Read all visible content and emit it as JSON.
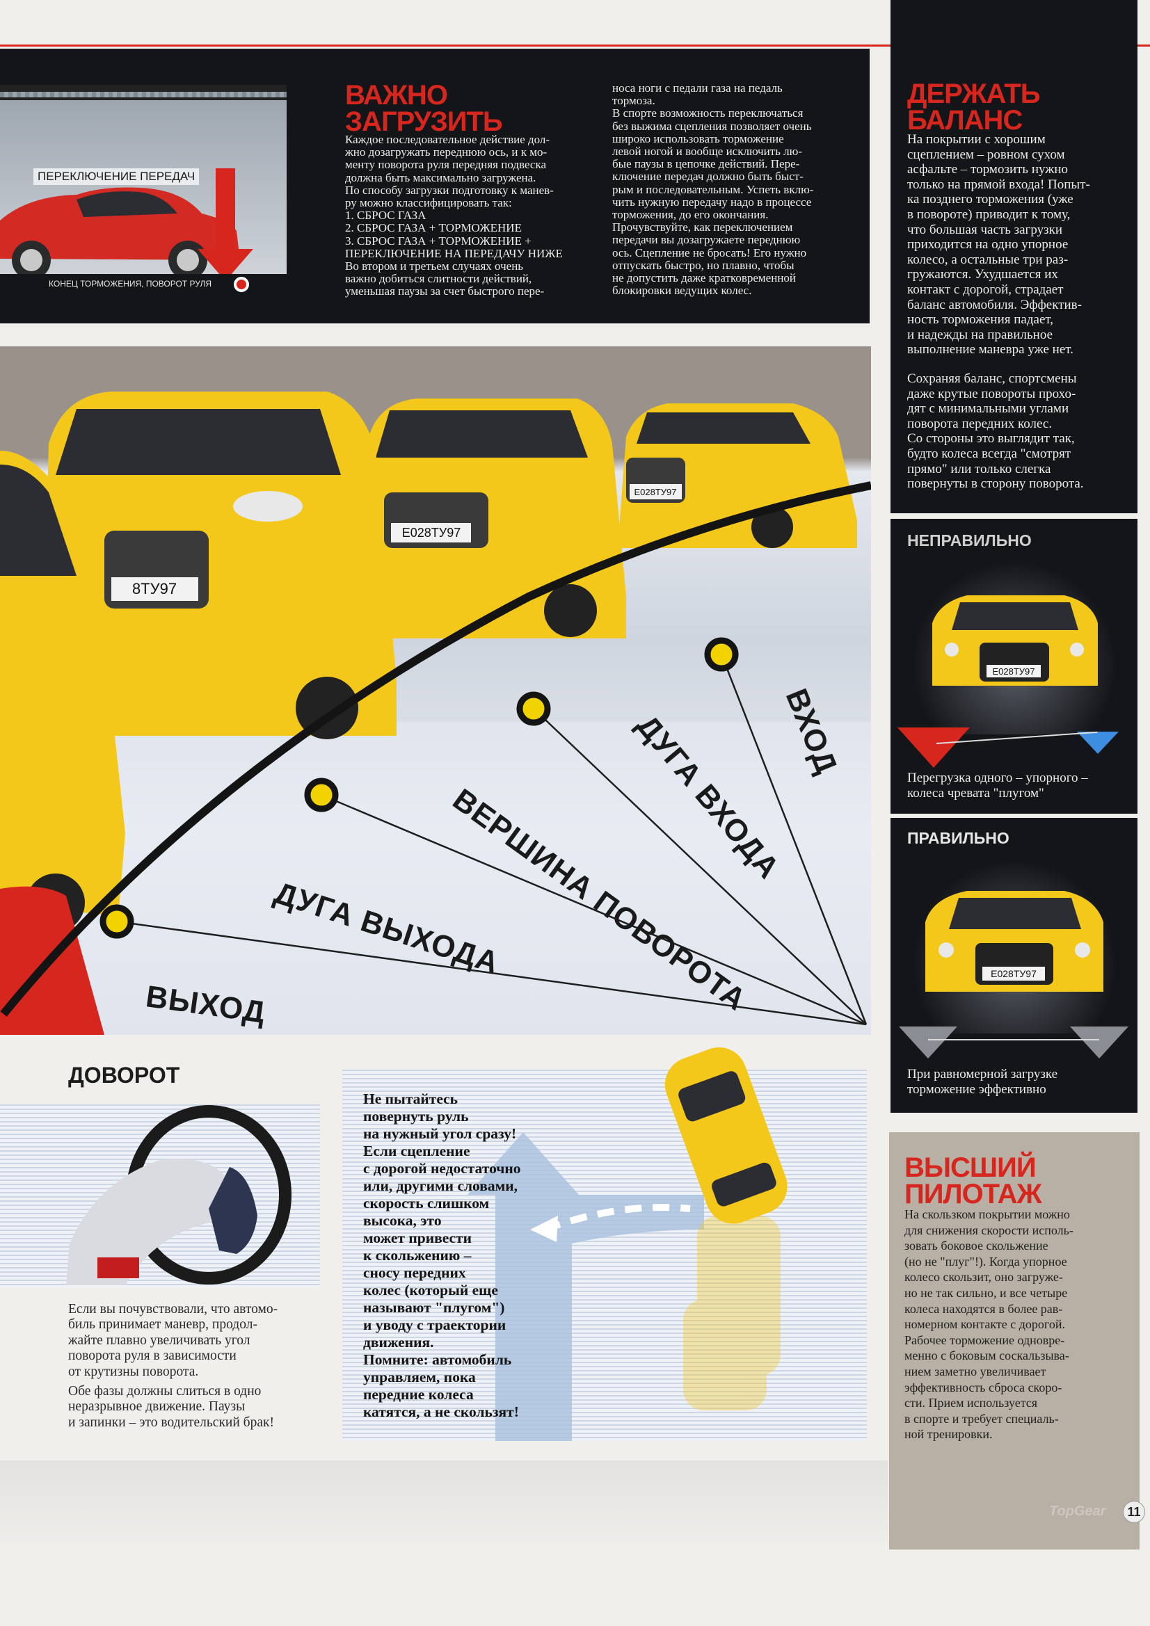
{
  "colors": {
    "accent_red": "#d7261e",
    "dark_panel": "#141518",
    "car_yellow": "#f4c71b"
  },
  "top_section": {
    "inset": {
      "label_top": "ПЕРЕКЛЮЧЕНИЕ ПЕРЕДАЧ",
      "label_bottom": "КОНЕЦ ТОРМОЖЕНИЯ, ПОВОРОТ РУЛЯ"
    },
    "title": "ВАЖНО\nЗАГРУЗИТЬ",
    "col1": "Каждое последовательное действие дол-\nжно дозагружать переднюю ось, и к мо-\nменту поворота руля передняя подвеска\nдолжна быть максимально загружена.\nПо способу загрузки подготовку к манев-\nру можно классифицировать так:\n1. СБРОС ГАЗА\n2. СБРОС ГАЗА + ТОРМОЖЕНИЕ\n3. СБРОС ГАЗА + ТОРМОЖЕНИЕ +\nПЕРЕКЛЮЧЕНИЕ НА ПЕРЕДАЧУ НИЖЕ\nВо втором и третьем случаях очень\nважно добиться слитности действий,\nуменьшая паузы за счет быстрого пере-",
    "col2": "носа ноги с педали газа на педаль\nтормоза.\nВ спорте возможность переключаться\nбез выжима сцепления позволяет очень\nшироко использовать торможение\nлевой ногой и вообще исключить лю-\nбые паузы в цепочке действий.  Пере-\nключение передач должно быть быст-\nрым и последовательным. Успеть вклю-\nчить нужную передачу надо в процессе\nторможения, до его окончания.\nПрочувствуйте, как переключением\nпередачи вы дозагружаете переднюю\nось. Сцепление не бросать! Его нужно\nотпускать быстро, но плавно, чтобы\nне допустить даже кратковременной\nблокировки ведущих колес."
  },
  "sidebar": {
    "balance": {
      "title": "ДЕРЖАТЬ\nБАЛАНС",
      "p1": "На покрытии с хорошим\nсцеплением – ровном сухом\nасфальте – тормозить нужно\nтолько на прямой входа! Попыт-\nка позднего торможения (уже\nв повороте) приводит к тому,\nчто большая часть загрузки\nприходится на одно упорное\nколесо, а остальные три раз-\nгружаются. Ухудшается их\nконтакт с дорогой, страдает\nбаланс автомобиля. Эффектив-\nность торможения падает,\nи надежды на правильное\nвыполнение маневра уже нет.",
      "p2": "Сохраняя баланс, спортсмены\nдаже крутые повороты прохо-\nдят с минимальными углами\nповорота передних колес.\nСо стороны  это выглядит так,\nбудто колеса всегда \"смотрят\nпрямо\" или только слегка\nповернуты в сторону поворота."
    },
    "wrong": {
      "title": "НЕПРАВИЛЬНО",
      "caption": "Перегрузка одного – упорного –\nколеса чревата \"плугом\"",
      "plate": "Е028ТУ97"
    },
    "right": {
      "title": "ПРАВИЛЬНО",
      "caption": "При равномерной загрузке\nторможение эффективно",
      "plate": "Е028ТУ97"
    },
    "pilot": {
      "title": "ВЫСШИЙ\nПИЛОТАЖ",
      "text": "На скользком  покрытии можно\nдля снижения скорости исполь-\nзовать боковое скольжение\n(но не \"плуг\"!). Когда упорное\nколесо скользит, оно загруже-\nно не так сильно, и все четыре\nколеса находятся в более рав-\nномерном контакте с дорогой.\nРабочее торможение одновре-\nменно с боковым соскальзыва-\nнием заметно увеличивает\nэффективность сброса скоро-\nсти. Прием используется\nв спорте и требует специаль-\nной тренировки."
    }
  },
  "diagram": {
    "labels": [
      "ВХОД",
      "ДУГА ВХОДА",
      "ВЕРШИНА ПОВОРОТА",
      "ДУГА ВЫХОДА",
      "ВЫХОД"
    ],
    "plates": [
      "Е028ТУ97",
      "Е028ТУ97",
      "8ТУ97"
    ]
  },
  "bottom": {
    "turn_title": "ДОВОРОТ",
    "turn_text1": "Если вы почувствовали, что автомо-\nбиль принимает маневр, продол-\nжайте плавно увеличивать угол\nповорота руля в зависимости\nот крутизны поворота.",
    "turn_text2": "Обе фазы должны слиться в одно\nнеразрывное движение. Паузы\nи запинки – это водительский брак!",
    "warning": "Не пытайтесь\nповернуть руль\nна нужный угол сразу!\nЕсли сцепление\nс дорогой недостаточно\nили, другими словами,\nскорость слишком\nвысока, это\nможет привести\nк скольжению –\nсносу передних\nколес (который еще\nназывают \"плугом\")\nи уводу с траектории\nдвижения.\nПомните: автомобиль\nуправляем, пока\nпередние колеса\nкатятся, а не скользят!"
  },
  "footer": {
    "page_number": "11",
    "logo": "TopGear"
  }
}
